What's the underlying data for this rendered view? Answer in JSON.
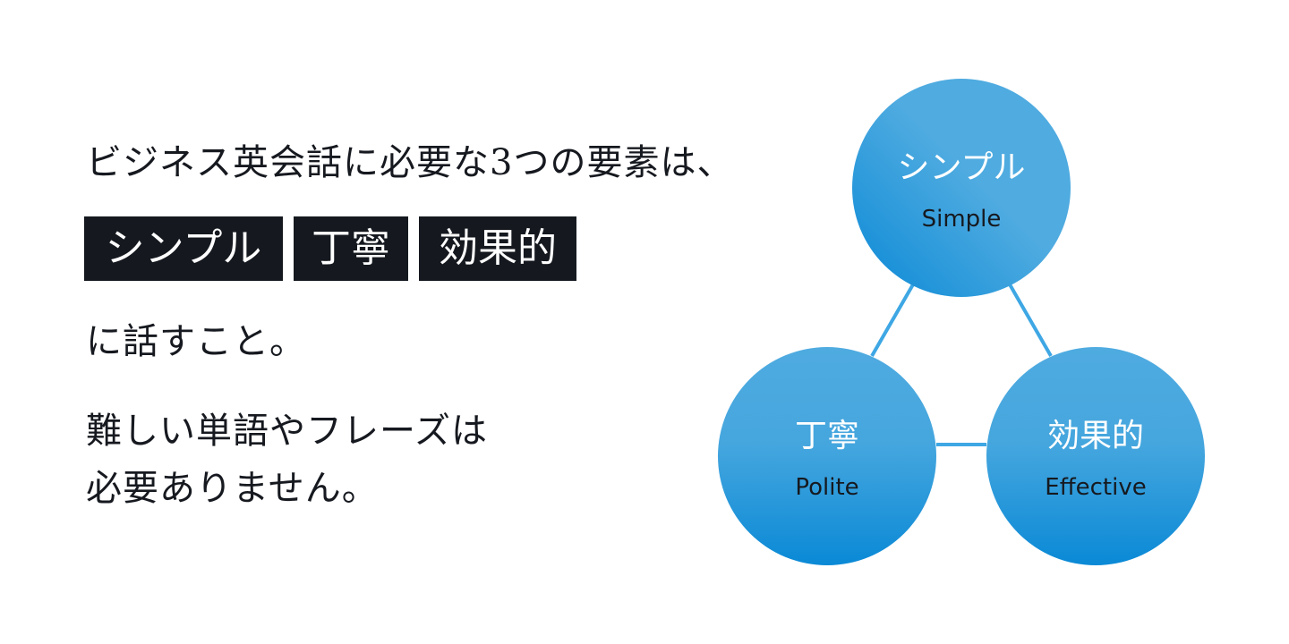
{
  "text": {
    "line1": "ビジネス英会話に必要な3つの要素は、",
    "tags": [
      "シンプル",
      "丁寧",
      "効果的"
    ],
    "line2": "に話すこと。",
    "line3": "難しい単語やフレーズは",
    "line4": "必要ありません。"
  },
  "diagram": {
    "nodes": [
      {
        "jp": "シンプル",
        "en": "Simple"
      },
      {
        "jp": "丁寧",
        "en": "Polite"
      },
      {
        "jp": "効果的",
        "en": "Effective"
      }
    ],
    "colors": {
      "circle_light": "#4fabe0",
      "circle_dark": "#0a89d6",
      "connector": "#3ea7e4",
      "tag_bg": "#15191f",
      "text": "#16191f"
    }
  }
}
